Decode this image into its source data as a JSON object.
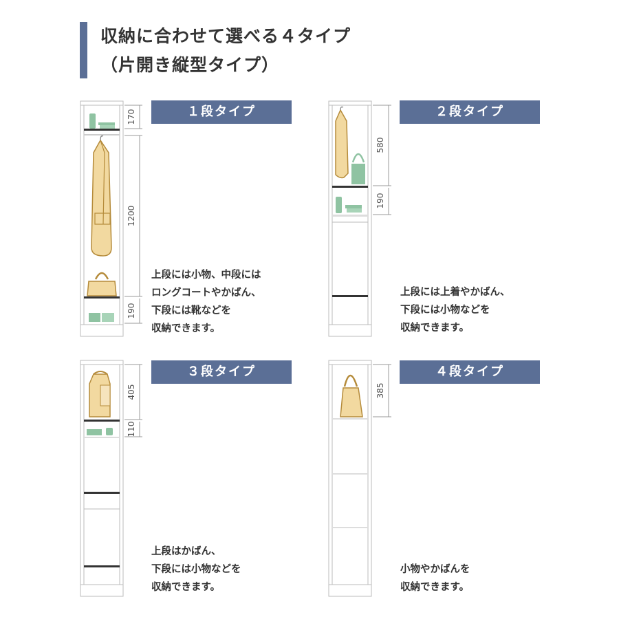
{
  "title": {
    "line1": "収納に合わせて選べる４タイプ",
    "line2": "（片開き縦型タイプ）"
  },
  "panels": [
    {
      "label": "１段タイプ",
      "dims": [
        "170",
        "1200",
        "190"
      ],
      "desc": [
        "上段には小物、中段には",
        "ロングコートやかばん、",
        "下段には靴などを",
        "収納できます。"
      ]
    },
    {
      "label": "２段タイプ",
      "dims": [
        "580",
        "190"
      ],
      "desc": [
        "上段には上着やかばん、",
        "下段には小物などを",
        "収納できます。"
      ]
    },
    {
      "label": "３段タイプ",
      "dims": [
        "405",
        "110"
      ],
      "desc": [
        "上段はかばん、",
        "下段には小物などを",
        "収納できます。"
      ]
    },
    {
      "label": "４段タイプ",
      "dims": [
        "385"
      ],
      "desc": [
        "小物やかばんを",
        "収納できます。"
      ]
    }
  ],
  "colors": {
    "accent": "#5b6f96",
    "item_fill": "#f2d9a0",
    "item_stroke": "#b58b3a",
    "green": "#8fc3a2",
    "cabinet_line": "#bbbbbb"
  }
}
